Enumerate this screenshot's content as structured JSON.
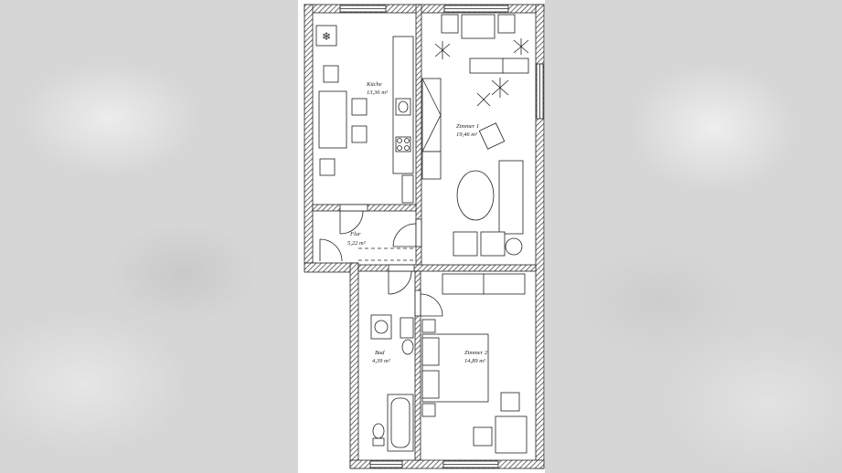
{
  "rooms": [
    {
      "id": "kitchen",
      "name": "Küche",
      "area": "13,36 m²"
    },
    {
      "id": "room1",
      "name": "Zimmer 1",
      "area": "19,46 m²"
    },
    {
      "id": "hall",
      "name": "Flur",
      "area": "5,22 m²"
    },
    {
      "id": "bath",
      "name": "Bad",
      "area": "4,39 m²"
    },
    {
      "id": "room2",
      "name": "Zimmer 2",
      "area": "14,89 m²"
    }
  ],
  "colors": {
    "wall": "#333333",
    "line": "#222222",
    "paper": "#ffffff",
    "background": "#d6d6d6"
  }
}
